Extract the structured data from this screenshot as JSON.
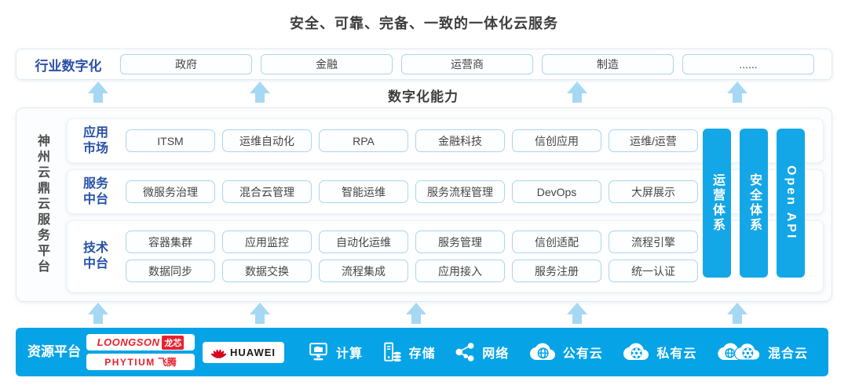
{
  "title": "安全、可靠、完备、一致的一体化云服务",
  "industry": {
    "label": "行业数字化",
    "items": [
      "政府",
      "金融",
      "运营商",
      "制造",
      "......"
    ]
  },
  "capability_label": "数字化能力",
  "platform": {
    "side_label": "神州云鼎云服务平台",
    "sections": [
      {
        "label": "应用市场",
        "rows": [
          [
            "ITSM",
            "运维自动化",
            "RPA",
            "金融科技",
            "信创应用",
            "运维/运营"
          ]
        ]
      },
      {
        "label": "服务中台",
        "rows": [
          [
            "微服务治理",
            "混合云管理",
            "智能运维",
            "服务流程管理",
            "DevOps",
            "大屏展示"
          ]
        ]
      },
      {
        "label": "技术中台",
        "rows": [
          [
            "容器集群",
            "应用监控",
            "自动化运维",
            "服务管理",
            "信创适配",
            "流程引擎"
          ],
          [
            "数据同步",
            "数据交换",
            "流程集成",
            "应用接入",
            "服务注册",
            "统一认证"
          ]
        ]
      }
    ],
    "pillars": [
      "运营体系",
      "安全体系",
      "Open API"
    ]
  },
  "resources": {
    "label": "资源平台",
    "vendors": {
      "loongson": {
        "en": "LOONGSON",
        "cn": "龙芯"
      },
      "phytium": {
        "en": "PHYTIUM",
        "cn": "飞腾"
      },
      "huawei": {
        "name": "HUAWEI"
      }
    },
    "items": [
      {
        "label": "计算",
        "icon": "compute-icon"
      },
      {
        "label": "存储",
        "icon": "storage-icon"
      },
      {
        "label": "网络",
        "icon": "network-icon"
      },
      {
        "label": "公有云",
        "icon": "public-cloud-icon"
      },
      {
        "label": "私有云",
        "icon": "private-cloud-icon"
      },
      {
        "label": "混合云",
        "icon": "hybrid-cloud-icon"
      }
    ]
  },
  "colors": {
    "accent_blue": "#06A4E6",
    "pillar_blue": "#14A7E7",
    "label_blue": "#2B50A8",
    "arrow_blue": "#A6D8F4",
    "box_border_blue": "#A9D5F0",
    "text_dark": "#3D3D3D",
    "loongson_red": "#E8212E",
    "huawei_red": "#D6001C"
  }
}
